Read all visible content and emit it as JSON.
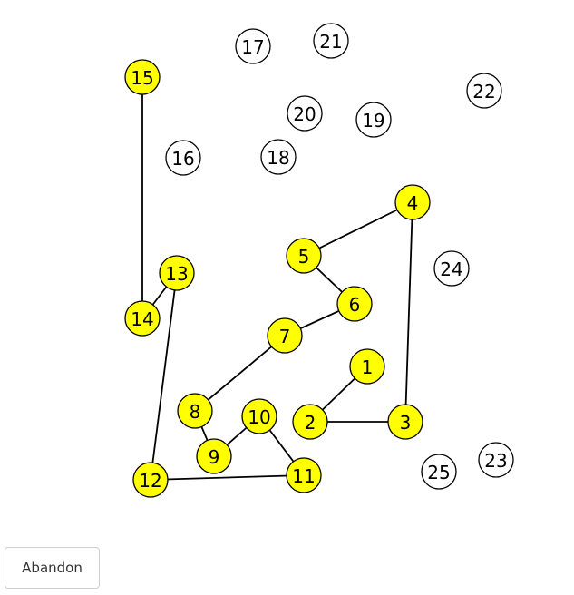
{
  "colors": {
    "selected": "#ffff00",
    "unselected": "#ffffff"
  },
  "controls": {
    "abandon_label": "Abandon"
  },
  "nodes": [
    {
      "id": 1,
      "label": "1",
      "selected": true
    },
    {
      "id": 2,
      "label": "2",
      "selected": true
    },
    {
      "id": 3,
      "label": "3",
      "selected": true
    },
    {
      "id": 4,
      "label": "4",
      "selected": true
    },
    {
      "id": 5,
      "label": "5",
      "selected": true
    },
    {
      "id": 6,
      "label": "6",
      "selected": true
    },
    {
      "id": 7,
      "label": "7",
      "selected": true
    },
    {
      "id": 8,
      "label": "8",
      "selected": true
    },
    {
      "id": 9,
      "label": "9",
      "selected": true
    },
    {
      "id": 10,
      "label": "10",
      "selected": true
    },
    {
      "id": 11,
      "label": "11",
      "selected": true
    },
    {
      "id": 12,
      "label": "12",
      "selected": true
    },
    {
      "id": 13,
      "label": "13",
      "selected": true
    },
    {
      "id": 14,
      "label": "14",
      "selected": true
    },
    {
      "id": 15,
      "label": "15",
      "selected": true
    },
    {
      "id": 16,
      "label": "16",
      "selected": false
    },
    {
      "id": 17,
      "label": "17",
      "selected": false
    },
    {
      "id": 18,
      "label": "18",
      "selected": false
    },
    {
      "id": 19,
      "label": "19",
      "selected": false
    },
    {
      "id": 20,
      "label": "20",
      "selected": false
    },
    {
      "id": 21,
      "label": "21",
      "selected": false
    },
    {
      "id": 22,
      "label": "22",
      "selected": false
    },
    {
      "id": 23,
      "label": "23",
      "selected": false
    },
    {
      "id": 24,
      "label": "24",
      "selected": false
    },
    {
      "id": 25,
      "label": "25",
      "selected": false
    }
  ],
  "edges": [
    [
      1,
      2
    ],
    [
      2,
      3
    ],
    [
      3,
      4
    ],
    [
      4,
      5
    ],
    [
      5,
      6
    ],
    [
      6,
      7
    ],
    [
      7,
      8
    ],
    [
      8,
      9
    ],
    [
      9,
      10
    ],
    [
      10,
      11
    ],
    [
      11,
      12
    ],
    [
      12,
      13
    ],
    [
      13,
      14
    ],
    [
      14,
      15
    ]
  ]
}
